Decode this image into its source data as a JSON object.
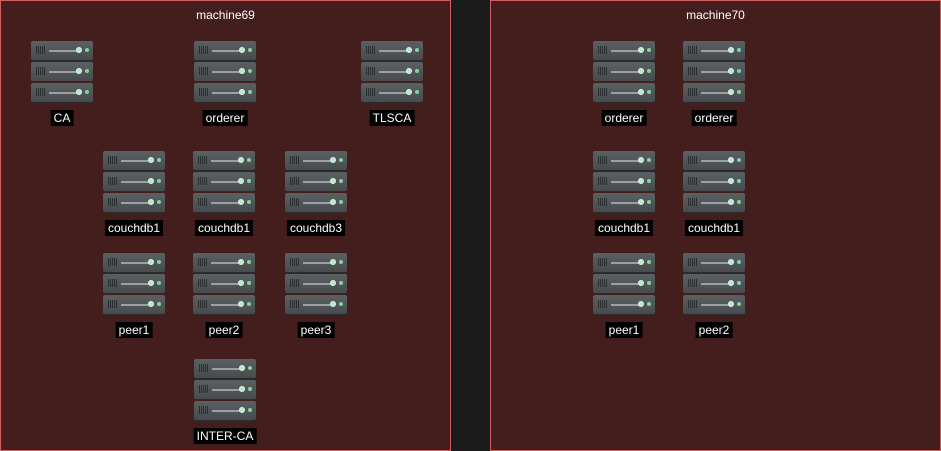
{
  "machines": [
    {
      "title": "machine69",
      "nodes": [
        "CA",
        "orderer",
        "TLSCA",
        "couchdb1",
        "couchdb1",
        "couchdb3",
        "peer1",
        "peer2",
        "peer3",
        "INTER-CA"
      ]
    },
    {
      "title": "machine70",
      "nodes": [
        "orderer",
        "orderer",
        "couchdb1",
        "couchdb1",
        "peer1",
        "peer2"
      ]
    }
  ],
  "icon": "server-rack-icon",
  "colors": {
    "machine_fill": "#441d1d",
    "machine_border": "#d25f5f",
    "background": "#1b1b1b",
    "led": "#7fd69c"
  }
}
